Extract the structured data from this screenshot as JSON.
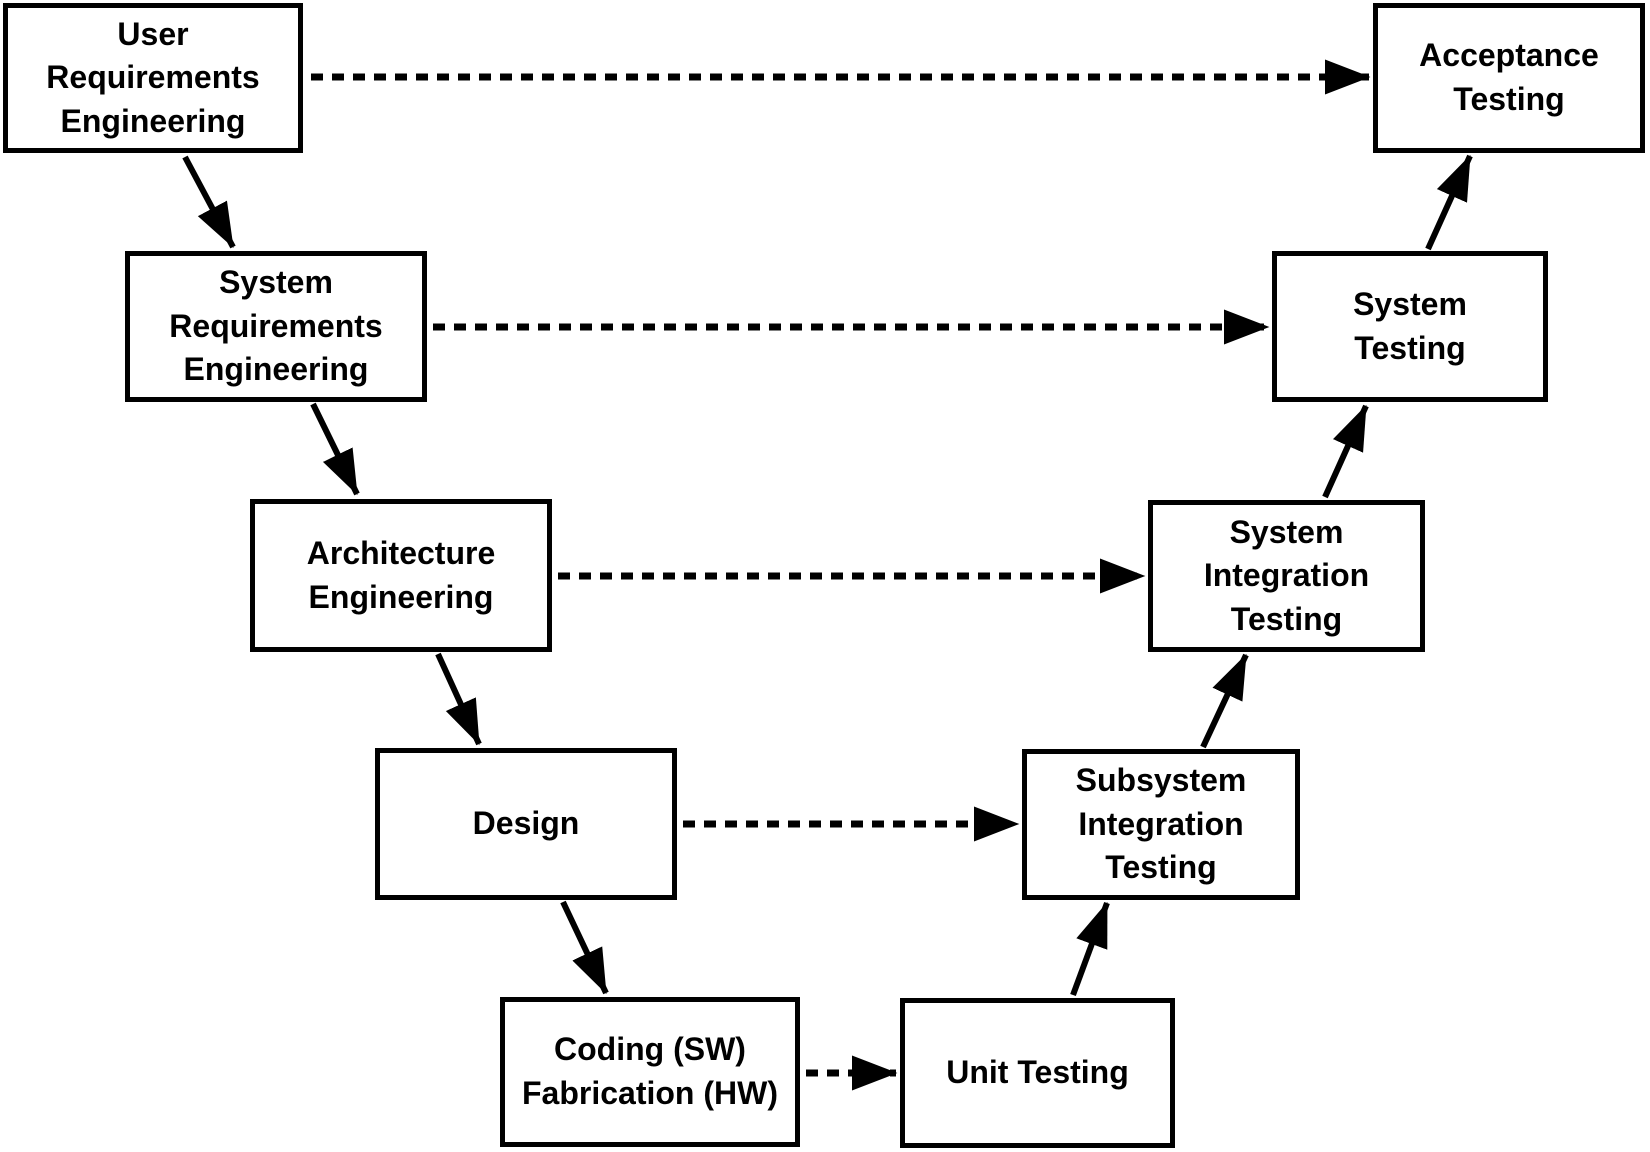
{
  "diagram": {
    "type": "flowchart",
    "model": "v-model",
    "colors": {
      "background": "#ffffff",
      "box_fill": "#ffffff",
      "box_border": "#000000",
      "text": "#000000",
      "connector": "#000000"
    },
    "nodes": [
      {
        "id": "user-requirements-engineering",
        "label": "User\nRequirements\nEngineering"
      },
      {
        "id": "system-requirements-engineering",
        "label": "System\nRequirements\nEngineering"
      },
      {
        "id": "architecture-engineering",
        "label": "Architecture\nEngineering"
      },
      {
        "id": "design",
        "label": "Design"
      },
      {
        "id": "coding-fabrication",
        "label": "Coding (SW)\nFabrication (HW)"
      },
      {
        "id": "unit-testing",
        "label": "Unit Testing"
      },
      {
        "id": "subsystem-integration-testing",
        "label": "Subsystem\nIntegration\nTesting"
      },
      {
        "id": "system-integration-testing",
        "label": "System\nIntegration\nTesting"
      },
      {
        "id": "system-testing",
        "label": "System\nTesting"
      },
      {
        "id": "acceptance-testing",
        "label": "Acceptance\nTesting"
      }
    ],
    "edges": [
      {
        "from": "user-requirements-engineering",
        "to": "system-requirements-engineering",
        "style": "solid"
      },
      {
        "from": "system-requirements-engineering",
        "to": "architecture-engineering",
        "style": "solid"
      },
      {
        "from": "architecture-engineering",
        "to": "design",
        "style": "solid"
      },
      {
        "from": "design",
        "to": "coding-fabrication",
        "style": "solid"
      },
      {
        "from": "unit-testing",
        "to": "subsystem-integration-testing",
        "style": "solid"
      },
      {
        "from": "subsystem-integration-testing",
        "to": "system-integration-testing",
        "style": "solid"
      },
      {
        "from": "system-integration-testing",
        "to": "system-testing",
        "style": "solid"
      },
      {
        "from": "system-testing",
        "to": "acceptance-testing",
        "style": "solid"
      },
      {
        "from": "user-requirements-engineering",
        "to": "acceptance-testing",
        "style": "dashed"
      },
      {
        "from": "system-requirements-engineering",
        "to": "system-testing",
        "style": "dashed"
      },
      {
        "from": "architecture-engineering",
        "to": "system-integration-testing",
        "style": "dashed"
      },
      {
        "from": "design",
        "to": "subsystem-integration-testing",
        "style": "dashed"
      },
      {
        "from": "coding-fabrication",
        "to": "unit-testing",
        "style": "dashed"
      }
    ]
  }
}
